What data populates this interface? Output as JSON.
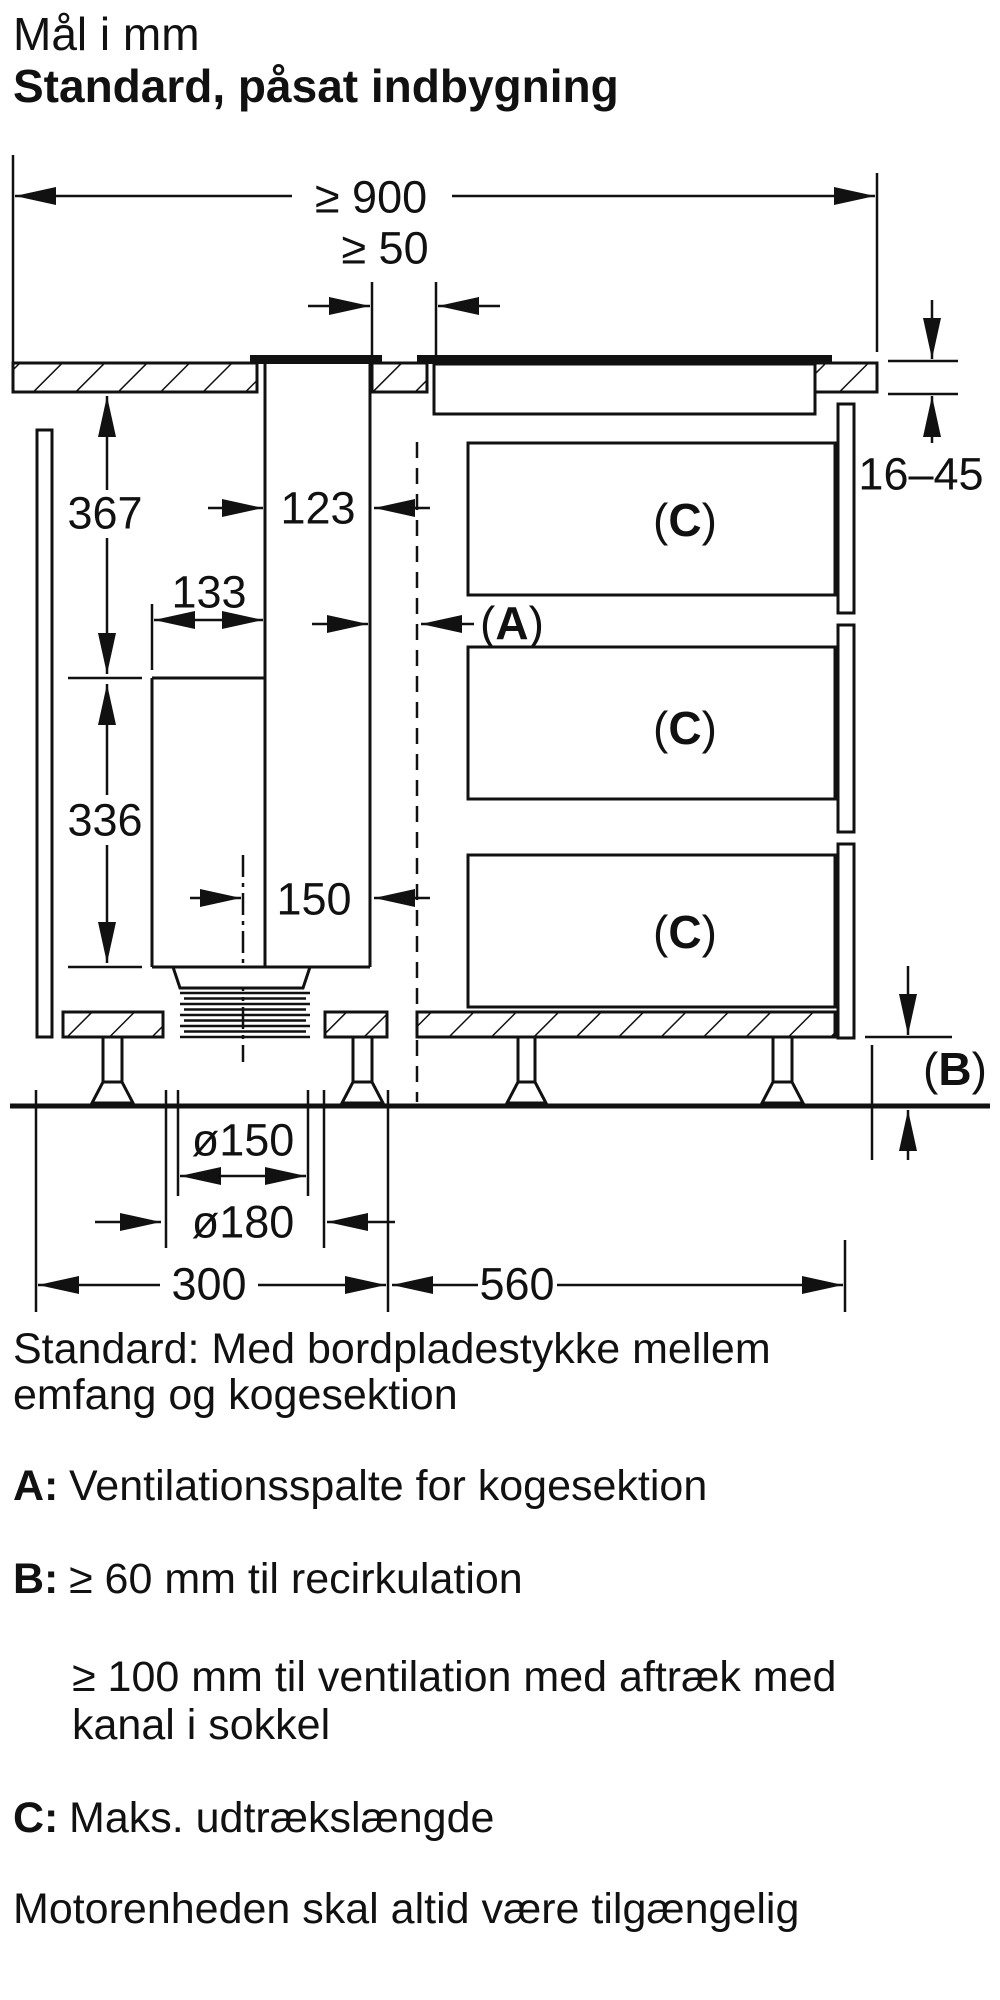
{
  "page": {
    "background": "#ffffff",
    "ink": "#111111"
  },
  "title": {
    "line1": "Mål i mm",
    "line2": "Standard, påsat indbygning"
  },
  "diagram": {
    "dims": {
      "total_width": "≥ 900",
      "hob_clearance": "≥ 50",
      "upper_height": "367",
      "lower_height": "336",
      "duct_width": "123",
      "motor_width": "133",
      "duct_offset": "150",
      "worktop_thickness": "16–45",
      "hose_inner": "ø150",
      "hose_outer": "ø180",
      "left_cabinet_width": "300",
      "right_cabinet_width": "560"
    },
    "labels": {
      "paren_open": "(",
      "paren_close": ")",
      "a": "A",
      "b": "B",
      "c": "C"
    }
  },
  "notes": {
    "standard": [
      "Standard: Med bordpladestykke mellem",
      "emfang og kogesektion"
    ],
    "a_label": "A:",
    "a_text": "Ventilationsspalte for kogesektion",
    "b_label": "B:",
    "b_text": "≥ 60 mm til recirkulation",
    "b_extra": [
      "≥ 100 mm til ventilation med aftræk med",
      "kanal i sokkel"
    ],
    "c_label": "C:",
    "c_text": "Maks. udtrækslængde",
    "footer": "Motorenheden skal altid være tilgængelig"
  }
}
